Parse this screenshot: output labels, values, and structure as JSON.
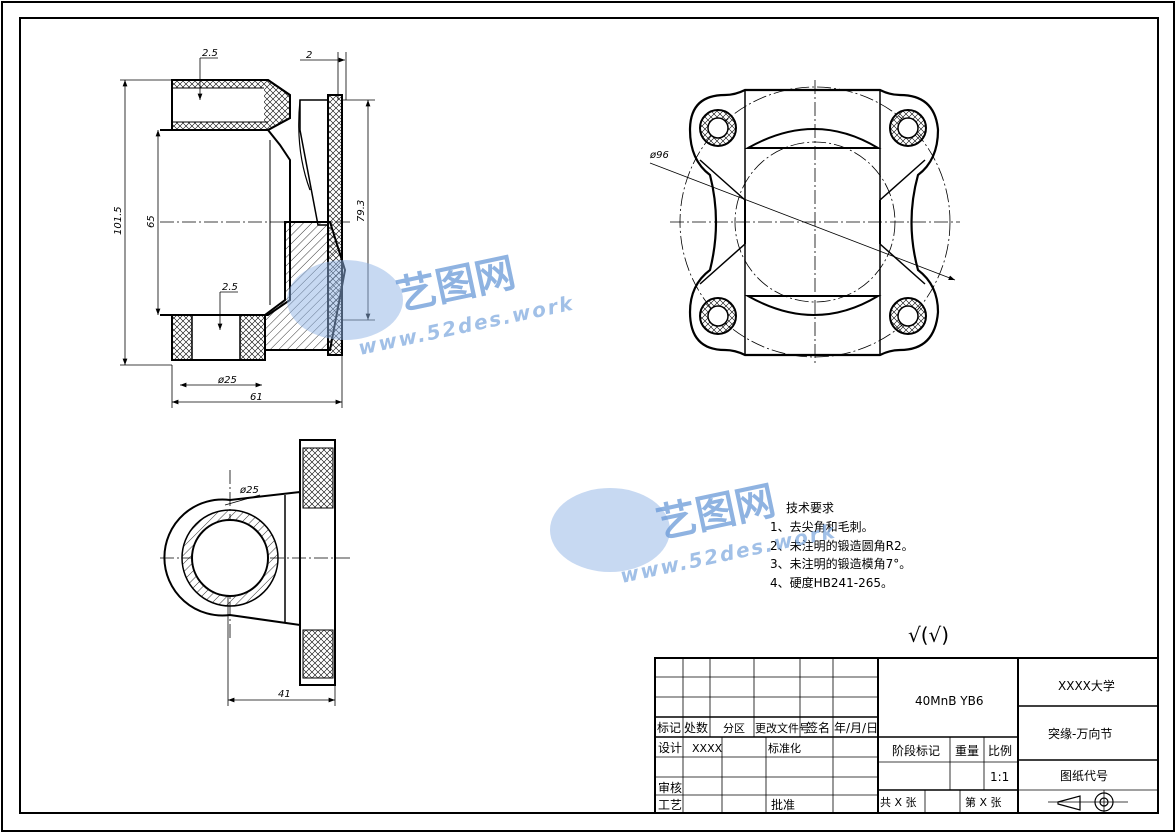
{
  "dimensions": {
    "wall_top": "2.5",
    "flange": "2",
    "height_total": "101.5",
    "inner_height": "65",
    "side_height": "79.3",
    "wall_bottom": "2.5",
    "bore_dia": "ø25",
    "width_total": "61",
    "bolt_circle": "ø96",
    "side_bore_dia": "ø25",
    "side_width": "41"
  },
  "tech_requirements": {
    "title": "技术要求",
    "items": [
      "1、去尖角和毛刺。",
      "2、未注明的锻造圆角R2。",
      "3、未注明的锻造模角7°。",
      "4、硬度HB241-265。"
    ]
  },
  "surface_finish": "√(√)",
  "title_block": {
    "material": "40MnB YB6",
    "school": "XXXX大学",
    "part_name": "突缘-万向节",
    "drawing_code": "图纸代号",
    "stage_mark": "阶段标记",
    "weight": "重量",
    "scale_label": "比例",
    "scale_value": "1:1",
    "total_sheets": "共 X 张",
    "sheet_no": "第 X 张",
    "row_labels": {
      "mark": "标记",
      "count": "处数",
      "zone": "分区",
      "change_doc": "更改文件号",
      "signature": "签名",
      "date": "年/月/日",
      "design": "设计",
      "designer": "XXXX",
      "standardize": "标准化",
      "review": "审核",
      "process": "工艺",
      "approve": "批准"
    }
  },
  "watermark": {
    "brand": "艺图网",
    "url": "www.52des.work"
  }
}
